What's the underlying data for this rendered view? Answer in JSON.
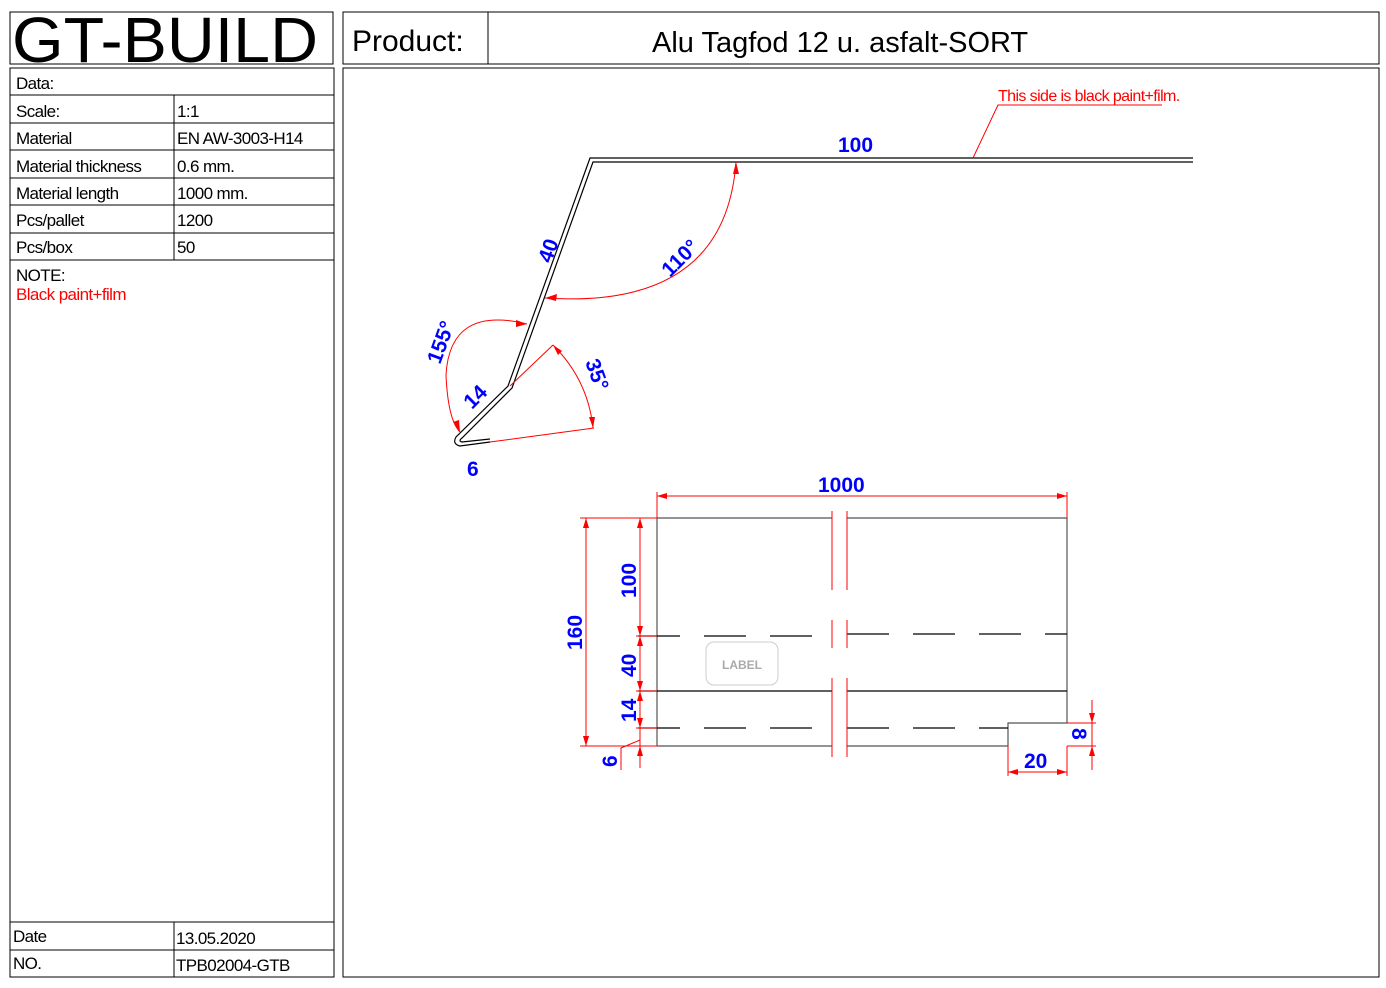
{
  "logo": "GT-BUILD",
  "header": {
    "product_label": "Product:",
    "product_name": "Alu Tagfod 12 u. asfalt-SORT"
  },
  "info": {
    "title": "Data:",
    "rows": [
      {
        "label": "Scale:",
        "value": "1:1"
      },
      {
        "label": "Material",
        "value": "EN AW-3003-H14"
      },
      {
        "label": "Material thickness",
        "value": "0.6 mm."
      },
      {
        "label": "Material length",
        "value": "1000 mm."
      },
      {
        "label": "Pcs/pallet",
        "value": "1200"
      },
      {
        "label": "Pcs/box",
        "value": "50"
      }
    ],
    "note_label": "NOTE:",
    "note_text": "Black paint+film",
    "date_label": "Date",
    "date_value": "13.05.2020",
    "no_label": "NO.",
    "no_value": "TPB02004-GTB"
  },
  "profile": {
    "annotation": "This side is black paint+film.",
    "dims": {
      "top": "100",
      "slope": "40",
      "angle_top": "110°",
      "angle_mid": "155°",
      "angle_hook": "35°",
      "short": "14",
      "hook": "6"
    }
  },
  "plan": {
    "dims": {
      "length": "1000",
      "total": "160",
      "d100": "100",
      "d40": "40",
      "d14": "14",
      "d6": "6",
      "notch_w": "20",
      "notch_h": "8"
    },
    "label_stamp": "LABEL"
  },
  "colors": {
    "dimension": "#0000ff",
    "dimline": "#ff0000"
  }
}
